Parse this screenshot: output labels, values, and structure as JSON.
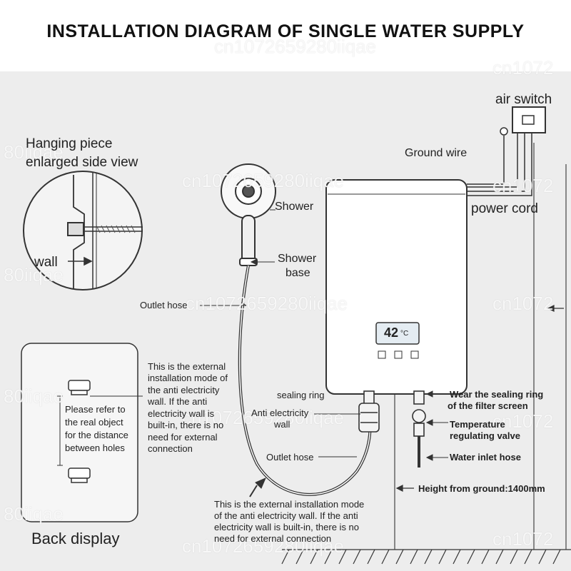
{
  "title": "INSTALLATION DIAGRAM OF SINGLE WATER SUPPLY",
  "labels": {
    "air_switch": "air switch",
    "ground_wire": "Ground wire",
    "power_cord": "power cord",
    "hanging_piece_line1": "Hanging piece",
    "hanging_piece_line2": "enlarged side view",
    "wall": "wall",
    "shower": "Shower",
    "shower_base_line1": "Shower",
    "shower_base_line2": "base",
    "outlet_hose_top": "Outlet hose",
    "outlet_hose_bottom": "Outlet hose",
    "external_mode_lines": [
      "This is the external",
      "installation mode of",
      "the anti electricity",
      "wall. If the anti",
      "electricity wall is",
      "built-in, there is no",
      "need for external",
      "connection"
    ],
    "refer_lines": [
      "Please refer to",
      "the real object",
      "for the distance",
      "between holes"
    ],
    "back_display": "Back display",
    "sealing_ring": "sealing ring",
    "anti_electricity_wall_line1": "Anti electricity",
    "anti_electricity_wall_line2": "wall",
    "wear_sealing_line1": "Wear the sealing ring",
    "wear_sealing_line2": "of the filter screen",
    "temp_valve_line1": "Temperature",
    "temp_valve_line2": "regulating valve",
    "water_inlet_hose": "Water inlet hose",
    "height_from_ground": "Height from ground:1400mm",
    "external_bottom_lines": [
      "This is the external installation mode",
      "of the anti electricity wall. If the anti",
      "electricity wall is built-in, there is no",
      "need for external connection"
    ],
    "display_reading": "42",
    "display_unit": "°C"
  },
  "watermarks": [
    "cn1072659280iiqae",
    "cn1072",
    "80iiqae",
    "cn1072659280iiqae",
    "cn1072",
    "80iiqae",
    "cn1072659280iiqae",
    "cn1072",
    "80iiqae",
    "cn1072659280iiqae",
    "cn1072",
    "80iiqae",
    "cn1072659280iiqae",
    "cn1072"
  ],
  "colors": {
    "background": "#ededed",
    "line": "#333333",
    "heater_body": "#ffffff",
    "display": "#e4ecf2"
  },
  "icons": [
    "shower-head-icon",
    "air-switch-icon",
    "ground-symbol-icon",
    "control-buttons-icon"
  ]
}
